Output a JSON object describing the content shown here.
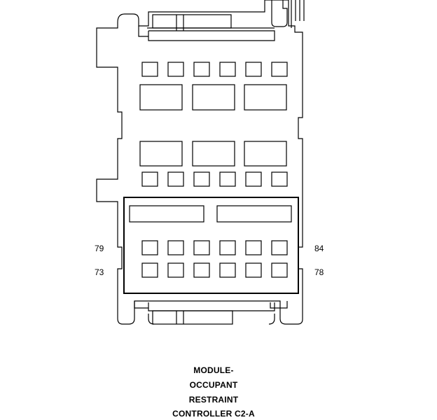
{
  "pin_labels": {
    "top_left": "79",
    "bottom_left": "73",
    "top_right": "84",
    "bottom_right": "78"
  },
  "title": {
    "line1": "MODULE-",
    "line2": "OCCUPANT",
    "line3": "RESTRAINT",
    "line4": "CONTROLLER C2-A"
  },
  "colors": {
    "stroke": "#000000",
    "background": "#ffffff"
  }
}
